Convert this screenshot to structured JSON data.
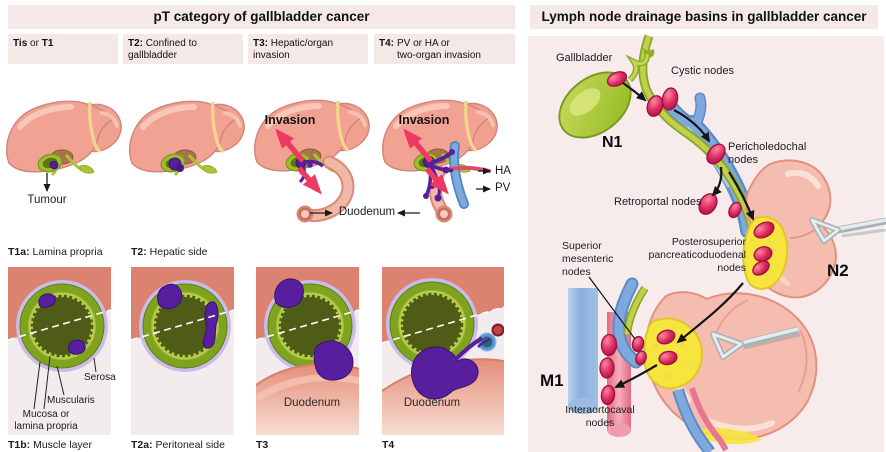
{
  "figure": {
    "left": {
      "title": "pT category of gallbladder cancer",
      "headers": [
        {
          "b1": "Tis",
          "mid": " or ",
          "b2": "T1"
        },
        {
          "b": "T2:",
          "t": "Confined to gallbladder"
        },
        {
          "b": "T3:",
          "t": "Hepatic/organ invasion"
        },
        {
          "b": "T4:",
          "t": "PV or HA or\ntwo-organ invasion"
        }
      ],
      "labels": {
        "tumour": "Tumour",
        "invasion_t3": "Invasion",
        "invasion_t4": "Invasion",
        "ha": "HA",
        "pv": "PV",
        "duodenum_mid": "Duodenum",
        "t1a_b": "T1a:",
        "t1a_t": " Lamina propria",
        "t2_b": "T2:",
        "t2_t": " Hepatic side",
        "t1b_b": "T1b:",
        "t1b_t": " Muscle layer",
        "t2a_b": "T2a:",
        "t2a_t": " Peritoneal side",
        "t3": "T3",
        "t4": "T4",
        "serosa": "Serosa",
        "muscularis": "Muscularis",
        "mucosa": "Mucosa or\nlamina propria",
        "duodenum_t3": "Duodenum",
        "duodenum_t4": "Duodenum"
      }
    },
    "right": {
      "title": "Lymph node drainage basins in gallbladder cancer",
      "labels": {
        "gallbladder": "Gallbladder",
        "cystic": "Cystic nodes",
        "n1": "N1",
        "pericholedochal": "Pericholedochal\nnodes",
        "retroportal": "Retroportal nodes",
        "posterosuperior": "Posterosuperior\npancreaticoduodenal\nnodes",
        "n2": "N2",
        "superior_mesenteric": "Superior\nmesenteric\nnodes",
        "m1": "M1",
        "interaortocaval": "Interaortocaval\nnodes"
      }
    },
    "colors": {
      "header_bg": "#f5e9e8",
      "right_panel_bg": "#f7eceb",
      "liver": "#f1a292",
      "node_red": "#d62a5c",
      "duct_green": "#b2ca3b",
      "portal_vein_blue": "#7fa9dc",
      "aorta_pink": "#ee8ba0",
      "ivc_blue": "#8db2dd",
      "pancreas_yellow": "#f6e53d",
      "tumor_purple": "#571e9e",
      "invasion_arrow_red": "#ee3a63",
      "serosa_lavender": "#c9bce9",
      "muscularis_green": "#7fa31f",
      "mucosa_green": "#b8cf4a",
      "lumen_olive": "#4e5c17",
      "liver_bed_salmon": "#db8270"
    }
  }
}
